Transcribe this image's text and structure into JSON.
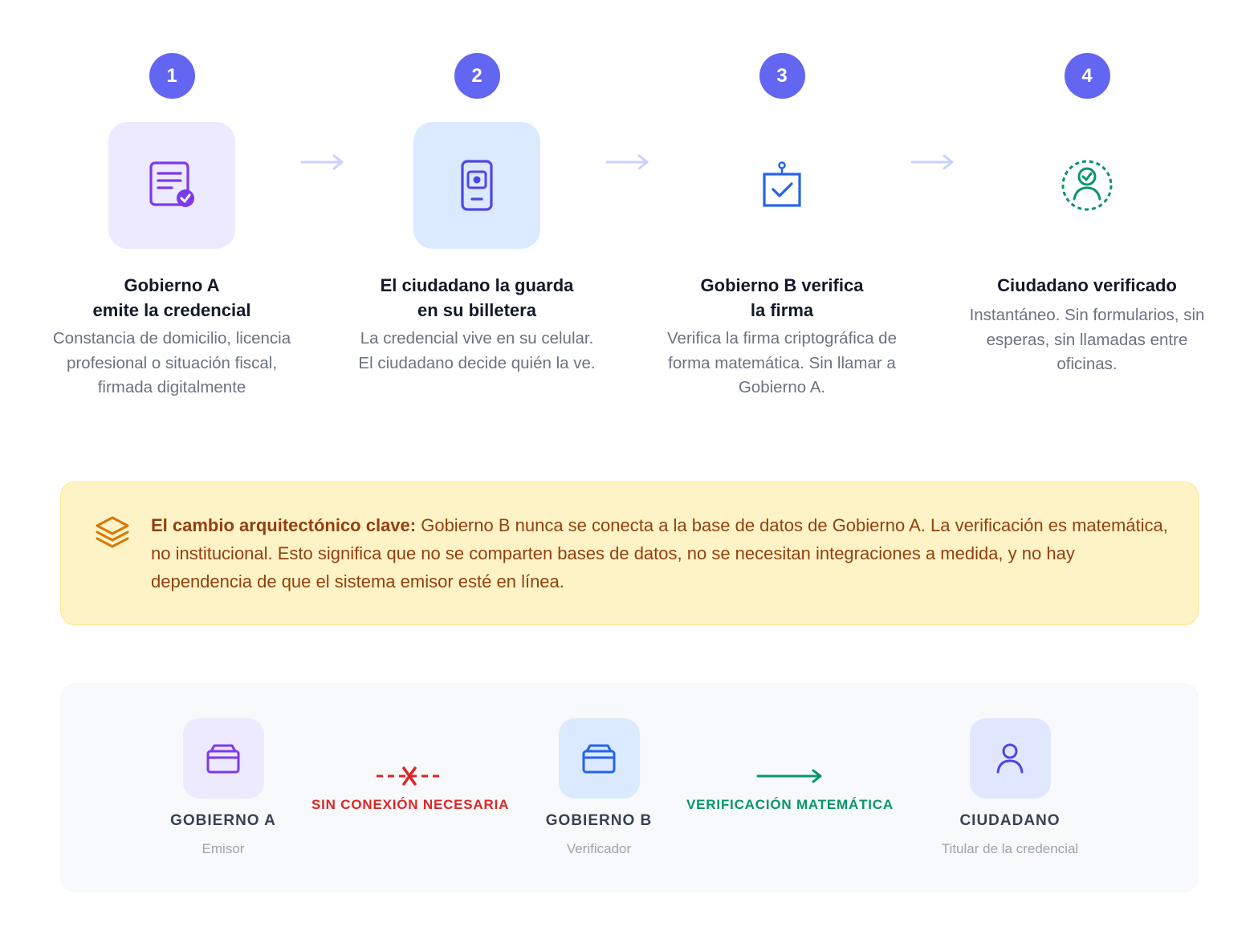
{
  "steps": [
    {
      "number": "1",
      "title": "Gobierno A\nemite la credencial",
      "description": "Constancia de domicilio, licencia profesional o situación fiscal, firmada digitalmente",
      "icon": "certificate-check-icon"
    },
    {
      "number": "2",
      "title": "El ciudadano la guarda\nen su billetera",
      "description": "La credencial vive en su celular. El ciudadano decide quién la ve.",
      "icon": "phone-wallet-icon"
    },
    {
      "number": "3",
      "title": "Gobierno B verifica\nla firma",
      "description": "Verifica la firma criptográfica de forma matemática. Sin llamar a Gobierno A.",
      "icon": "checkbox-antenna-icon"
    },
    {
      "number": "4",
      "title": "Ciudadano verificado",
      "description": "Instantáneo. Sin formularios, sin esperas, sin llamadas entre oficinas.",
      "icon": "verified-user-icon"
    }
  ],
  "callout": {
    "icon": "layers-icon",
    "lead": "El cambio arquitectónico clave:",
    "text": " Gobierno B nunca se conecta a la base de datos de Gobierno A. La verificación es matemática, no institucional. Esto significa que no se comparten bases de datos, no se necesitan integraciones a medida, y no hay dependencia de que el sistema emisor esté en línea."
  },
  "panel": {
    "nodes": [
      {
        "name": "GOBIERNO A",
        "role": "Emisor",
        "icon": "building-icon"
      },
      {
        "name": "GOBIERNO B",
        "role": "Verificador",
        "icon": "building-icon"
      },
      {
        "name": "CIUDADANO",
        "role": "Titular de la credencial",
        "icon": "user-icon"
      }
    ],
    "links": [
      {
        "label": "SIN CONEXIÓN NECESARIA",
        "color": "#dc2626"
      },
      {
        "label": "VERIFICACIÓN MATEMÁTICA",
        "color": "#059669"
      }
    ]
  },
  "colors": {
    "accent": "#6366f1",
    "purple": "#7c3aed",
    "blue": "#2563eb",
    "green": "#059669",
    "red": "#dc2626",
    "callout_text": "#92400e"
  }
}
